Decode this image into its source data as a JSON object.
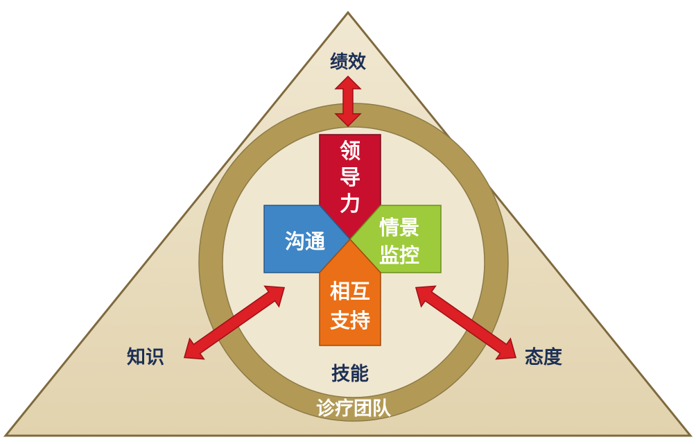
{
  "apex": {
    "text": "绩效"
  },
  "left_corner": {
    "text": "知识"
  },
  "right_corner": {
    "text": "态度"
  },
  "bottom_center": {
    "text": "技能"
  },
  "ring_label": {
    "text": "诊疗团队"
  },
  "cross": {
    "top": {
      "line1": "领",
      "line2": "导",
      "line3": "力",
      "color": "#c8102e"
    },
    "left": {
      "text": "沟通",
      "color": "#3f86c6"
    },
    "right": {
      "line1": "情景",
      "line2": "监控",
      "color": "#9ecb3b"
    },
    "bottom": {
      "line1": "相互",
      "line2": "支持",
      "color": "#ea6f16"
    }
  },
  "colors": {
    "triangle_fill": "#ece0c3",
    "triangle_stroke": "#7f6a3e",
    "ring": "#b29a56",
    "arrow": "#dd1f26",
    "label_dark": "#1c2f55"
  }
}
